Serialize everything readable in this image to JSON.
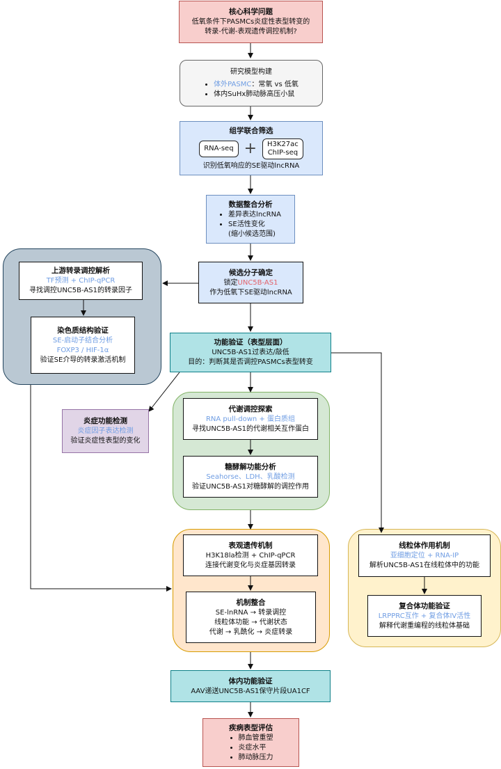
{
  "core": {
    "title": "核心科学问题",
    "line1": "低氧条件下PASMCs炎症性表型转变的",
    "line2": "转录-代谢-表观遗传调控机制?"
  },
  "model": {
    "title": "研究模型构建",
    "item1_highlight": "体外PASMC",
    "item1_rest": "：常氧 vs 低氧",
    "item2": "体内SuHx肺动脉高压小鼠"
  },
  "omics": {
    "title": "组学联合筛选",
    "rnaseq": "RNA-seq",
    "plus": "+",
    "chip_line1": "H3K27ac",
    "chip_line2": "ChIP-seq",
    "caption": "识别低氧响应的SE驱动lncRNA"
  },
  "integration": {
    "title": "数据整合分析",
    "item1": "差异表达lncRNA",
    "item2": "SE活性变化",
    "item3": "(缩小候选范围)"
  },
  "candidate": {
    "title": "候选分子确定",
    "line1_prefix": "锁定",
    "line1_highlight": "UNC5B-AS1",
    "line2": "作为低氧下SE驱动lncRNA"
  },
  "upstream": {
    "title": "上游转录调控解析",
    "highlight": "TF预测 + ChIP-qPCR",
    "desc": "寻找调控UNC5B-AS1的转录因子"
  },
  "chromatin": {
    "title": "染色质结构验证",
    "highlight1": "SE-启动子结合分析",
    "highlight2": "FOXP3 / HIF-1α",
    "desc": "验证SE介导的转录激活机制"
  },
  "functional": {
    "title": "功能验证（表型层面）",
    "line1": "UNC5B-AS1过表达/敲低",
    "line2": "目的：判断其是否调控PASMCs表型转变"
  },
  "inflammation": {
    "title": "炎症功能检测",
    "highlight": "炎症因子表达检测",
    "desc": "验证炎症性表型的变化"
  },
  "metabolic": {
    "title": "代谢调控探索",
    "highlight": "RNA pull-down + 蛋白质组",
    "desc": "寻找UNC5B-AS1的代谢相关互作蛋白"
  },
  "glycolysis": {
    "title": "糖酵解功能分析",
    "highlight": "Seahorse、LDH、乳酸检测",
    "desc": "验证UNC5B-AS1对糖酵解的调控作用"
  },
  "epigenetic": {
    "title": "表观遗传机制",
    "line1": "H3K18la检测 + ChIP-qPCR",
    "line2": "连接代谢变化与炎症基因转录"
  },
  "mechanism": {
    "title": "机制整合",
    "line1": "SE-lnRNA → 转录调控",
    "line2": "线粒体功能 → 代谢状态",
    "line3": "代谢 → 乳酰化 → 炎症转录"
  },
  "mito": {
    "title": "线粒体作用机制",
    "highlight": "亚细胞定位 + RNA-IP",
    "desc": "解析UNC5B-AS1在线粒体中的功能"
  },
  "complex": {
    "title": "复合体功能验证",
    "highlight": "LRPPRC互作 + 复合体IV活性",
    "desc": "解释代谢重编程的线粒体基础"
  },
  "invivo": {
    "title": "体内功能验证",
    "line1": "AAV递送UNC5B-AS1保守片段UA1CF"
  },
  "disease": {
    "title": "疾病表型评估",
    "item1": "肺血管重塑",
    "item2": "炎症水平",
    "item3": "肺动脉压力"
  },
  "colors": {
    "red_fill": "#f8cecc",
    "red_border": "#b85450",
    "gray_fill": "#f5f5f5",
    "gray_border": "#666666",
    "blue_fill": "#dae8fc",
    "blue_border": "#6c8ebf",
    "teal_fill": "#b0e3e6",
    "teal_border": "#0e8088",
    "purple_fill": "#e1d5e7",
    "purple_border": "#9673a6",
    "green_fill": "#d5e8d4",
    "green_border": "#82b366",
    "orange_fill": "#ffe6cc",
    "orange_border": "#d79b00",
    "yellow_fill": "#fff2cc",
    "yellow_border": "#d6b656",
    "slate_fill": "#bac8d3",
    "slate_border": "#23445d",
    "highlight_blue": "#6f9de3",
    "highlight_red": "#e2626a"
  }
}
